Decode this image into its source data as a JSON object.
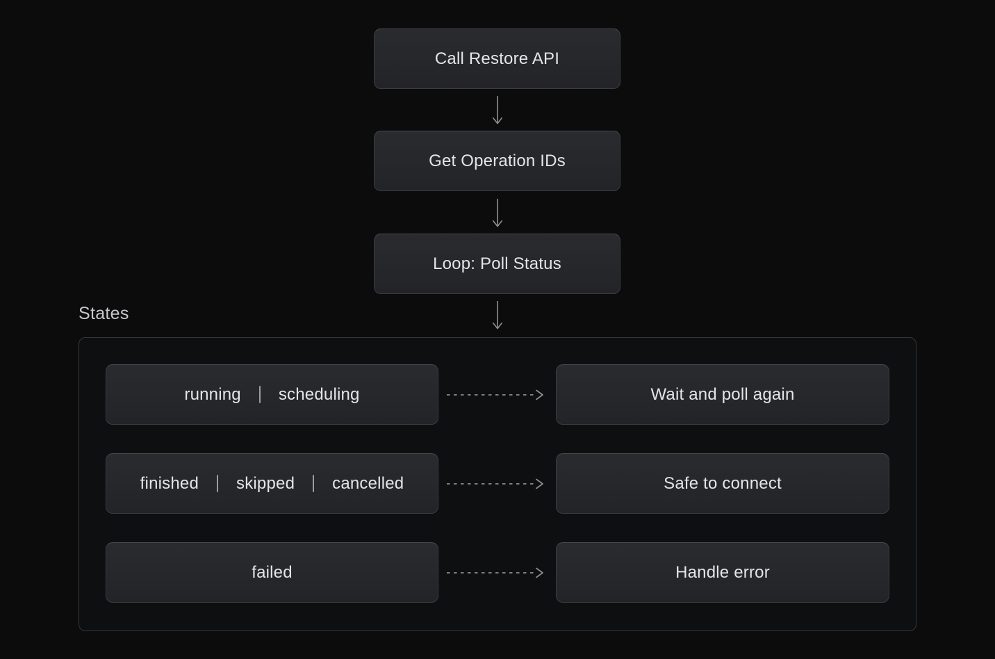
{
  "diagram": {
    "flow_nodes": [
      {
        "label": "Call Restore API"
      },
      {
        "label": "Get Operation IDs"
      },
      {
        "label": "Loop: Poll Status"
      }
    ],
    "states_section": {
      "title": "States",
      "rows": [
        {
          "states": [
            "running",
            "scheduling"
          ],
          "outcome": "Wait and poll again"
        },
        {
          "states": [
            "finished",
            "skipped",
            "cancelled"
          ],
          "outcome": "Safe to connect"
        },
        {
          "states": [
            "failed"
          ],
          "outcome": "Handle error"
        }
      ]
    },
    "icons": {
      "down_arrow": "arrow-down-icon",
      "dashed_right_arrow": "dashed-arrow-right-icon"
    }
  },
  "colors": {
    "page_background": "#0c0c0d",
    "node_background_top": "#2a2b2f",
    "node_background_bottom": "#232428",
    "node_border": "#3b3d42",
    "node_text": "#e4e5e7",
    "section_title_text": "#c6c8cb",
    "container_border": "#34373c",
    "arrow": "#8e9094"
  }
}
